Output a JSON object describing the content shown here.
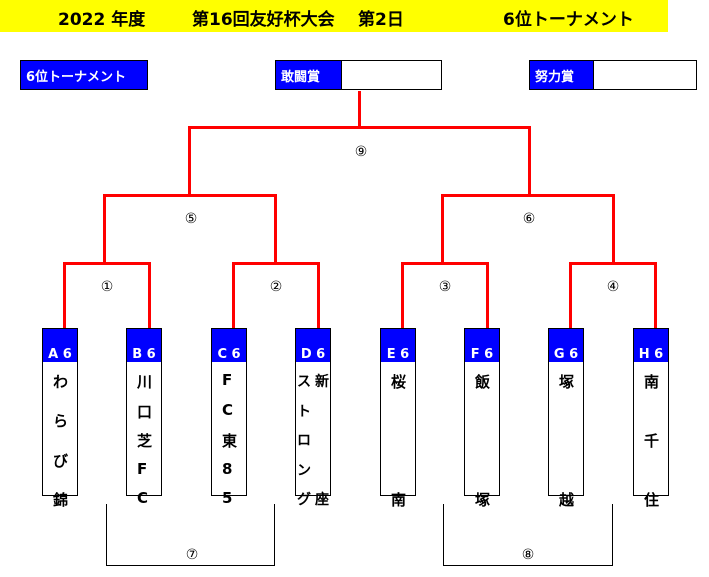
{
  "header": {
    "year": "2022 年度",
    "event": "第16回友好杯大会",
    "day": "第2日",
    "bracket": "6位トーナメント"
  },
  "labels": {
    "tournament": "6位トーナメント",
    "fighting_spirit": "敢闘賞",
    "effort": "努力賞"
  },
  "match_numbers": [
    "①",
    "②",
    "③",
    "④",
    "⑤",
    "⑥",
    "⑦",
    "⑧",
    "⑨"
  ],
  "teams": [
    {
      "code": "A 6",
      "name": [
        "わ",
        "ら",
        "び",
        "錦"
      ]
    },
    {
      "code": "B 6",
      "name": [
        "川",
        "口",
        "芝",
        "F",
        "C"
      ]
    },
    {
      "code": "C 6",
      "name": [
        "F",
        "C",
        "東",
        "8",
        "5"
      ]
    },
    {
      "code": "D 6",
      "name": [
        "ス",
        "ト",
        "ロ",
        "ン",
        "グ"
      ],
      "name2": [
        "新",
        "座"
      ]
    },
    {
      "code": "E 6",
      "name": [
        "桜",
        "南"
      ]
    },
    {
      "code": "F 6",
      "name": [
        "飯",
        "塚"
      ]
    },
    {
      "code": "G 6",
      "name": [
        "塚",
        "越"
      ]
    },
    {
      "code": "H 6",
      "name": [
        "南",
        "千",
        "住"
      ]
    }
  ]
}
